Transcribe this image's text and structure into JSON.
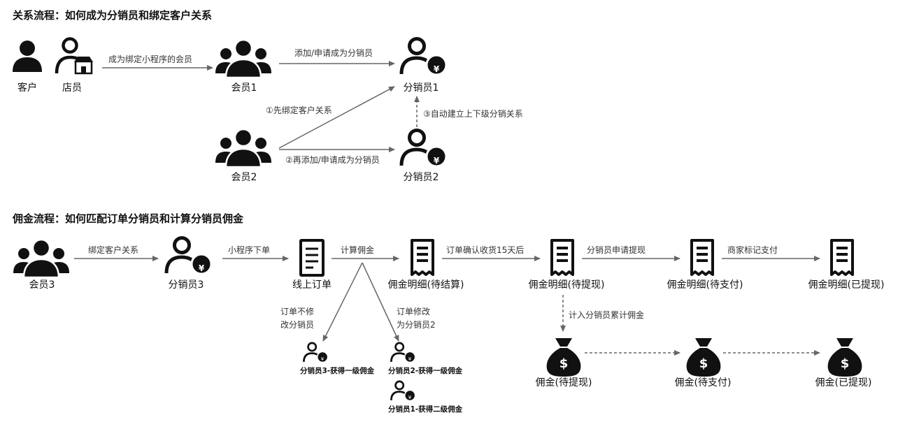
{
  "section1": {
    "title": "关系流程：如何成为分销员和绑定客户关系",
    "nodes": {
      "customer": "客户",
      "clerk": "店员",
      "member1": "会员1",
      "member2": "会员2",
      "dist1": "分销员1",
      "dist2": "分销员2"
    },
    "edges": {
      "bind_miniapp": "成为绑定小程序的会员",
      "apply": "添加/申请成为分销员",
      "first_bind": "①先绑定客户关系",
      "then_apply": "②再添加/申请成为分销员",
      "auto_rel": "③自动建立上下级分销关系"
    }
  },
  "section2": {
    "title": "佣金流程：如何匹配订单分销员和计算分销员佣金",
    "nodes": {
      "member3": "会员3",
      "dist3": "分销员3",
      "online_order": "线上订单",
      "detail_pending_settle": "佣金明细(待结算)",
      "detail_pending_withdraw": "佣金明细(待提现)",
      "detail_pending_pay": "佣金明细(待支付)",
      "detail_withdrawn": "佣金明细(已提现)",
      "comm_pending_withdraw": "佣金(待提现)",
      "comm_pending_pay": "佣金(待支付)",
      "comm_withdrawn": "佣金(已提现)"
    },
    "edges": {
      "bind_customer": "绑定客户关系",
      "mini_order": "小程序下单",
      "calc_commission": "计算佣金",
      "confirm_receipt": "订单确认收货15天后",
      "dist_apply_withdraw": "分销员申请提现",
      "merchant_mark_paid": "商家标记支付",
      "no_change_1": "订单不修",
      "no_change_2": "改分销员",
      "changed_1": "订单修改",
      "changed_2": "为分销员2",
      "add_accumulated": "计入分销员累计佣金"
    },
    "outcomes": {
      "d3_level1": "分销员3-获得一级佣金",
      "d2_level1": "分销员2-获得一级佣金",
      "d1_level2": "分销员1-获得二级佣金"
    }
  },
  "icons": {
    "currency_symbol": "¥",
    "dollar_symbol": "$"
  }
}
